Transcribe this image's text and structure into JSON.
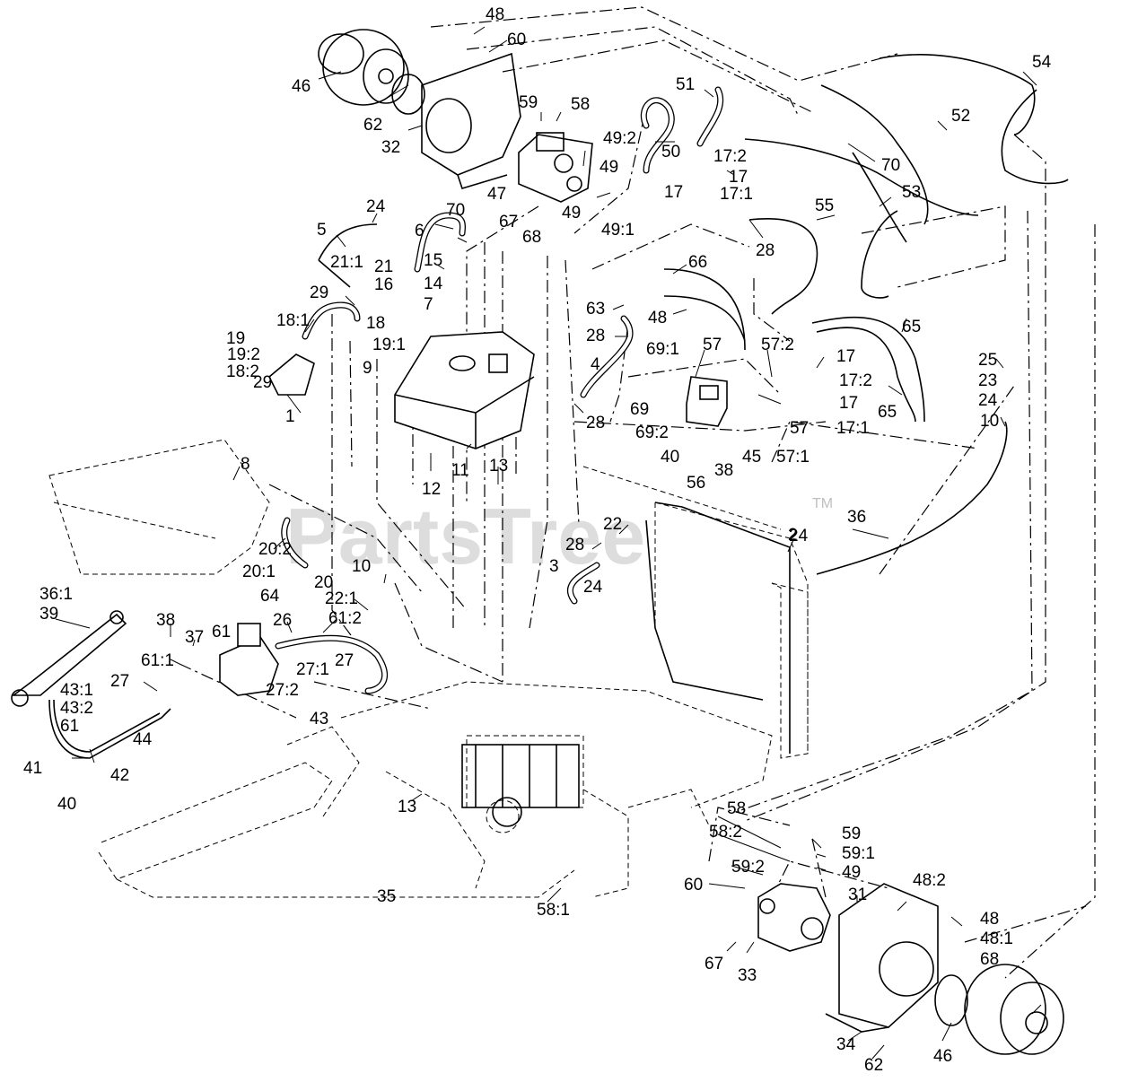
{
  "watermark": {
    "text": "PartsTree",
    "trademark": "TM"
  },
  "callouts": [
    "48",
    "60",
    "46",
    "62",
    "32",
    "59",
    "58",
    "49:2",
    "49",
    "47",
    "67",
    "68",
    "49",
    "49:1",
    "50",
    "51",
    "17:2",
    "17",
    "17",
    "17:1",
    "54",
    "52",
    "70",
    "53",
    "55",
    "28",
    "66",
    "63",
    "48",
    "28",
    "4",
    "28",
    "69:1",
    "69",
    "69:2",
    "57",
    "57:2",
    "57",
    "57:1",
    "45",
    "38",
    "40",
    "56",
    "65",
    "65",
    "17",
    "17:2",
    "17",
    "17:1",
    "25",
    "23",
    "24",
    "10",
    "24",
    "5",
    "70",
    "6",
    "24",
    "21",
    "21:1",
    "16",
    "15",
    "14",
    "7",
    "29",
    "18:1",
    "18",
    "19:1",
    "19",
    "19:2",
    "18:2",
    "9",
    "29",
    "1",
    "11",
    "12",
    "13",
    "8",
    "20:2",
    "20:1",
    "20",
    "64",
    "10",
    "22:1",
    "22",
    "28",
    "3",
    "24",
    "2",
    "36",
    "36:1",
    "39",
    "38",
    "37",
    "61",
    "26",
    "61:2",
    "61:1",
    "27",
    "27:2",
    "27:1",
    "27",
    "43",
    "43:1",
    "43:2",
    "61",
    "44",
    "41",
    "42",
    "40",
    "13",
    "35",
    "58:1",
    "58",
    "58:2",
    "59:2",
    "59",
    "59:1",
    "49",
    "60",
    "31",
    "48:2",
    "48",
    "48:1",
    "68",
    "67",
    "33",
    "34",
    "62",
    "46"
  ]
}
